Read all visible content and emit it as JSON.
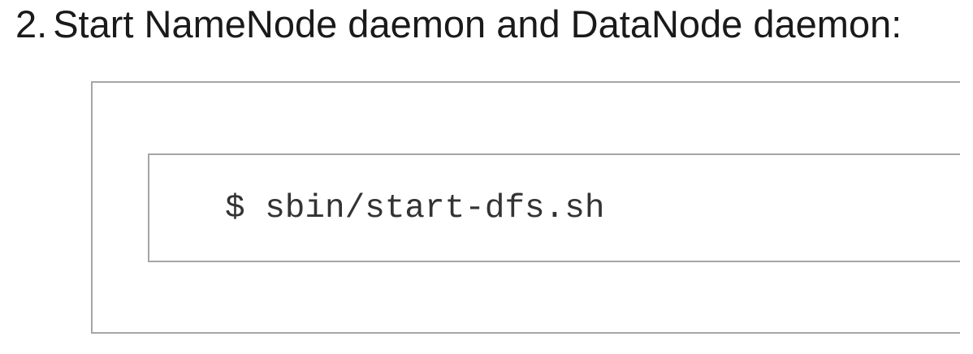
{
  "list_item": {
    "number": "2.",
    "label": "Start NameNode daemon and DataNode daemon:"
  },
  "code_block": {
    "command": "$ sbin/start-dfs.sh"
  },
  "colors": {
    "background": "#ffffff",
    "heading_text": "#1a1a1a",
    "code_text": "#333333",
    "box_border": "#a6a6a6"
  }
}
